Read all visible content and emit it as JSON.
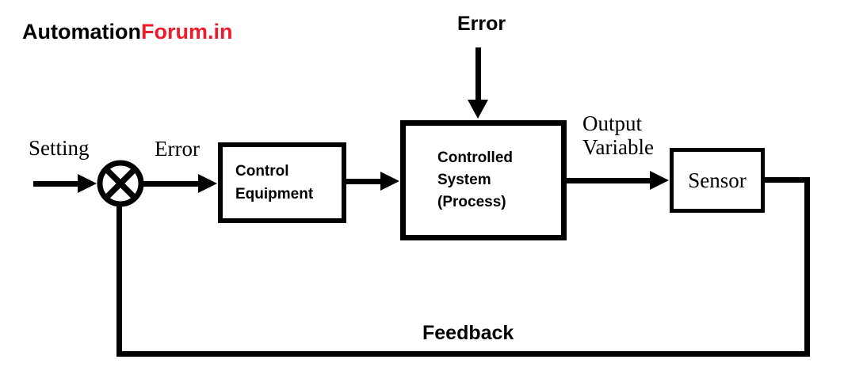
{
  "colors": {
    "line": "#000000",
    "background": "#ffffff",
    "text": "#000000",
    "logo_accent": "#ee1b2a"
  },
  "logo": {
    "text_black": "Automation",
    "text_red": "Forum.in"
  },
  "labels": {
    "error_top": "Error",
    "setting": "Setting",
    "error_junction": "Error",
    "output_variable": "Output Variable",
    "feedback": "Feedback"
  },
  "blocks": {
    "control_equipment": "Control Equipment",
    "controlled_system": "Controlled System (Process)",
    "sensor": "Sensor"
  },
  "junction": {
    "type": "summing-junction",
    "symbol": "circle-with-cross"
  }
}
